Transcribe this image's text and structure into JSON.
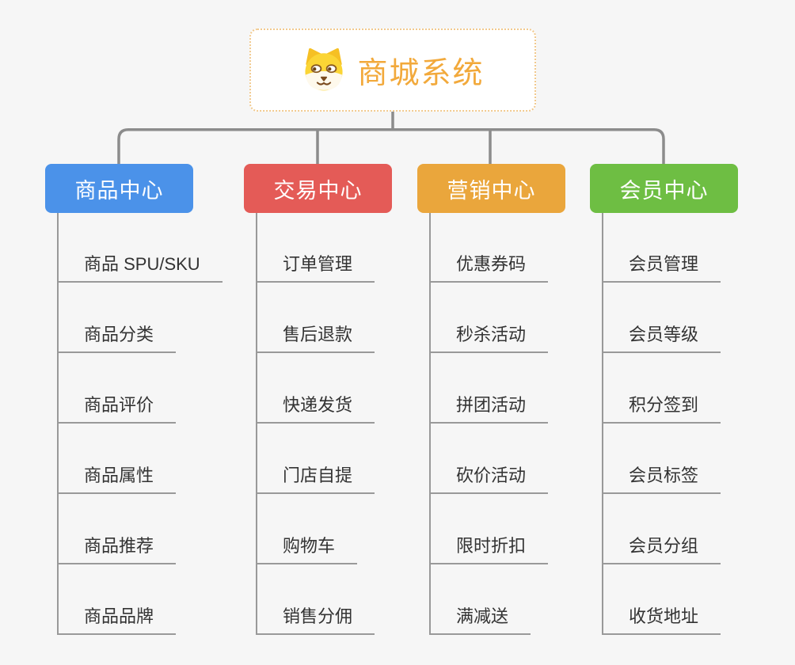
{
  "page": {
    "background": "#F6F6F6"
  },
  "root": {
    "title": "商城系统",
    "title_color": "#F2A93B",
    "border_color": "#F1C98E",
    "icon": "dog-face-icon"
  },
  "connector": {
    "tree_line_color": "#8C8C8C",
    "leaf_line_color": "#999999"
  },
  "branches": [
    {
      "label": "商品中心",
      "color": "#4B92E9",
      "children": [
        "商品 SPU/SKU",
        "商品分类",
        "商品评价",
        "商品属性",
        "商品推荐",
        "商品品牌"
      ]
    },
    {
      "label": "交易中心",
      "color": "#E45B57",
      "children": [
        "订单管理",
        "售后退款",
        "快递发货",
        "门店自提",
        "购物车",
        "销售分佣"
      ]
    },
    {
      "label": "营销中心",
      "color": "#EAA63C",
      "children": [
        "优惠券码",
        "秒杀活动",
        "拼团活动",
        "砍价活动",
        "限时折扣",
        "满减送"
      ]
    },
    {
      "label": "会员中心",
      "color": "#6EBE43",
      "children": [
        "会员管理",
        "会员等级",
        "积分签到",
        "会员标签",
        "会员分组",
        "收货地址"
      ]
    }
  ]
}
